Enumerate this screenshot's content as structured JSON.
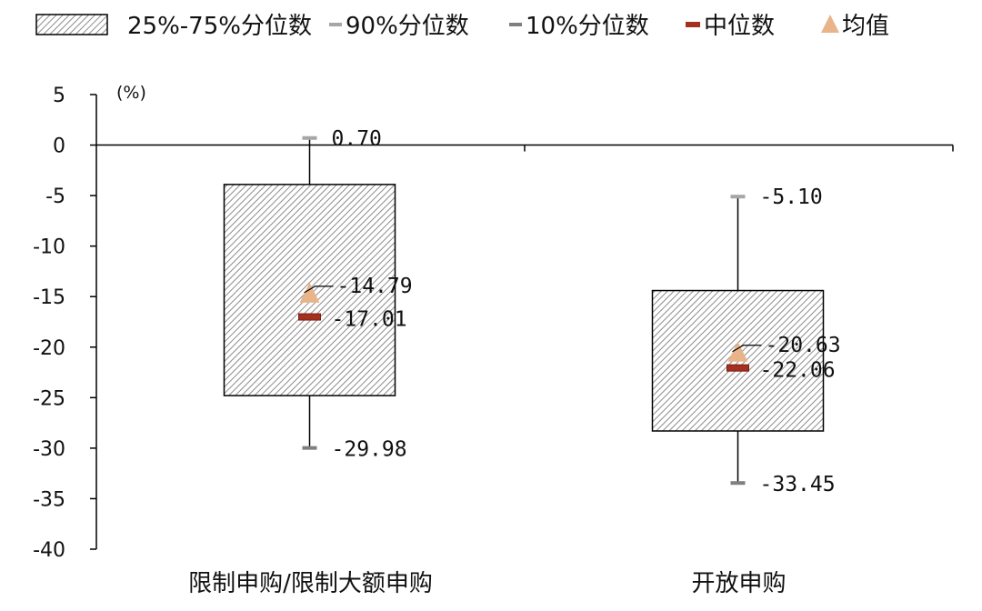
{
  "colors": {
    "p90": "#a6a6a6",
    "p10": "#7f7f7f",
    "median": "#a5301f",
    "mean": "#e8b48a",
    "box_stroke": "#000000",
    "hatch": "#8c8c8c",
    "axis": "#000000"
  },
  "legend": {
    "box": "25%-75%分位数",
    "p90": "90%分位数",
    "p10": "10%分位数",
    "median": "中位数",
    "mean": "均值"
  },
  "chart_data": {
    "type": "boxplot",
    "unit": "(%)",
    "ylim": [
      -40,
      5
    ],
    "yticks": [
      5,
      0,
      -5,
      -10,
      -15,
      -20,
      -25,
      -30,
      -35,
      -40
    ],
    "ytick_labels": [
      "5",
      "0",
      "-5",
      "-10",
      "-15",
      "-20",
      "-25",
      "-30",
      "-35",
      "-40"
    ],
    "categories": [
      "限制申购/限制大额申购",
      "开放申购"
    ],
    "series": [
      {
        "category": "限制申购/限制大额申购",
        "p10": -29.98,
        "q1": -24.8,
        "median": -17.01,
        "mean": -14.79,
        "q3": -3.9,
        "p90": 0.7,
        "labels": {
          "p90": "0.70",
          "mean": "-14.79",
          "median": "-17.01",
          "p10": "-29.98"
        }
      },
      {
        "category": "开放申购",
        "p10": -33.45,
        "q1": -28.3,
        "median": -22.06,
        "mean": -20.63,
        "q3": -14.4,
        "p90": -5.1,
        "labels": {
          "p90": "-5.10",
          "mean": "-20.63",
          "median": "-22.06",
          "p10": "-33.45"
        }
      }
    ],
    "grid": false,
    "legend_position": "top"
  }
}
